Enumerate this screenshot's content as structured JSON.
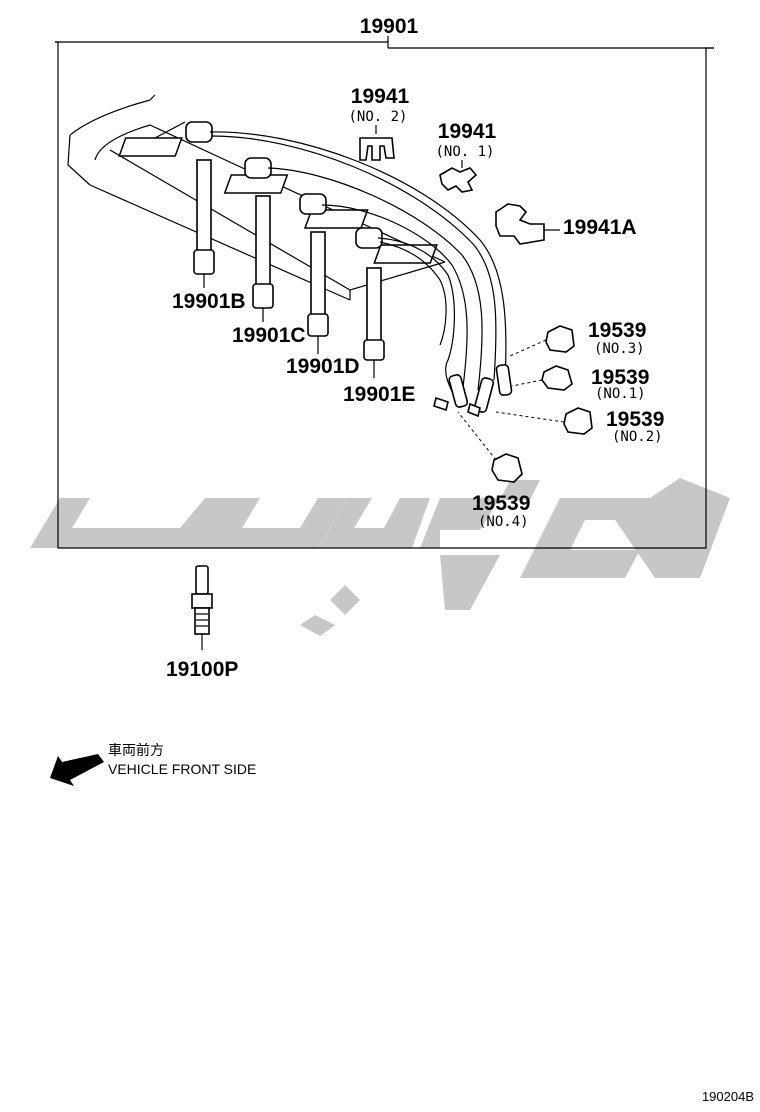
{
  "assembly_label": "19901",
  "parts": {
    "clamp_no2": {
      "number": "19941",
      "note": "(NO. 2)"
    },
    "clamp_no1": {
      "number": "19941",
      "note": "(NO. 1)"
    },
    "clamp_a": {
      "number": "19941A"
    },
    "cord_b": {
      "number": "19901B"
    },
    "cord_c": {
      "number": "19901C"
    },
    "cord_d": {
      "number": "19901D"
    },
    "cord_e": {
      "number": "19901E"
    },
    "holder_no3": {
      "number": "19539",
      "note": "(NO.3)"
    },
    "holder_no1": {
      "number": "19539",
      "note": "(NO.1)"
    },
    "holder_no2": {
      "number": "19539",
      "note": "(NO.2)"
    },
    "holder_no4": {
      "number": "19539",
      "note": "(NO.4)"
    },
    "spark_plug": {
      "number": "19100P"
    }
  },
  "direction": {
    "japanese": "車両前方",
    "english": "VEHICLE FRONT SIDE"
  },
  "figure_code": "190204B"
}
